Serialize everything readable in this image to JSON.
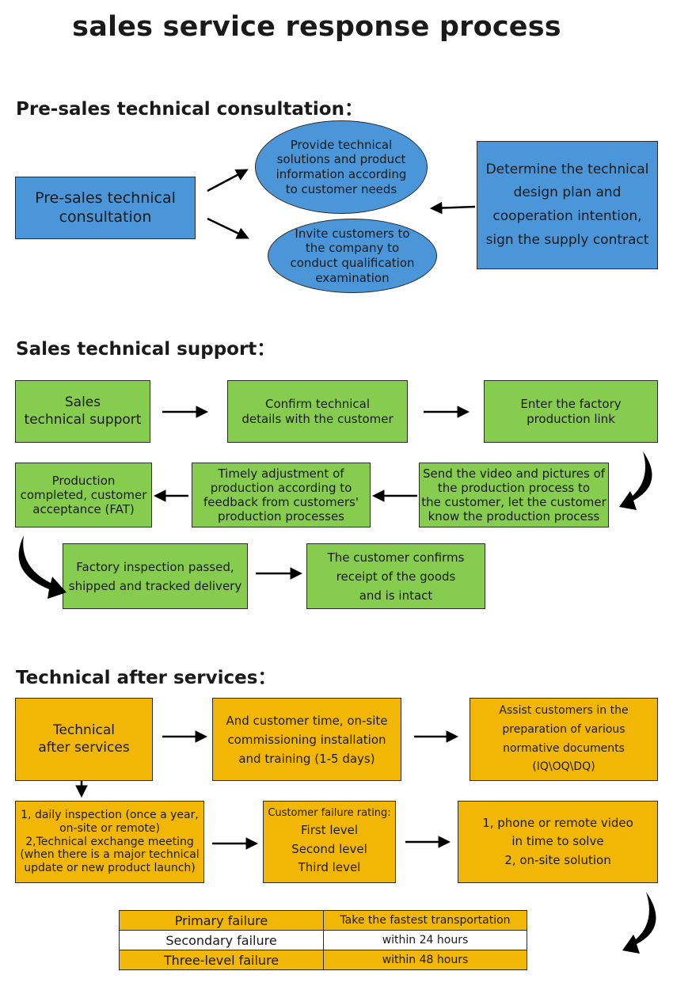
{
  "title": "sales service response process",
  "sections": {
    "pre_sales": "Pre-sales technical consultation：",
    "sales": "Sales technical support：",
    "after": "Technical after services："
  },
  "pre_sales": {
    "start": "Pre-sales technical\nconsultation",
    "ellipse_top": "Provide technical\nsolutions and product\ninformation according\nto customer needs",
    "ellipse_bottom": "Invite customers to\nthe company to\nconduct qualification\nexamination",
    "end": "Determine the technical\ndesign plan and\ncooperation intention,\nsign the supply contract"
  },
  "sales": {
    "s1": "Sales\ntechnical support",
    "s2": "Confirm technical\ndetails with the customer",
    "s3": "Enter the factory\nproduction link",
    "s4": "Send the video and pictures of\nthe production process to\nthe customer, let the customer\nknow the production process",
    "s5": "Timely adjustment of\nproduction according to\nfeedback from customers'\nproduction processes",
    "s6": "Production\ncompleted, customer\nacceptance (FAT)",
    "s7": "Factory inspection passed,\nshipped and tracked delivery",
    "s8": "The customer confirms\nreceipt of the goods\nand is intact"
  },
  "after": {
    "a1": "Technical\nafter services",
    "a2": "And customer time, on-site\ncommissioning installation\nand training (1-5 days)",
    "a3": "Assist customers in the\npreparation of various\nnormative documents (IQ\\OQ\\DQ)",
    "a4": "1, daily inspection (once a year,\non-site or remote)\n2,Technical exchange meeting\n(when there is a major technical\nupdate or new product launch)",
    "a5_heading": "Customer failure rating:",
    "a5_levels": "First level\nSecond level\nThird level",
    "a6": "1, phone or remote video\nin time to solve\n2, on-site solution"
  },
  "failure_table": [
    {
      "level": "Primary failure",
      "response": "Take the fastest transportation"
    },
    {
      "level": "Secondary failure",
      "response": "within 24 hours"
    },
    {
      "level": "Three-level failure",
      "response": "within 48 hours"
    }
  ],
  "colors": {
    "blue": "#4a96d8",
    "green": "#86cc4f",
    "gold": "#f2b705"
  }
}
